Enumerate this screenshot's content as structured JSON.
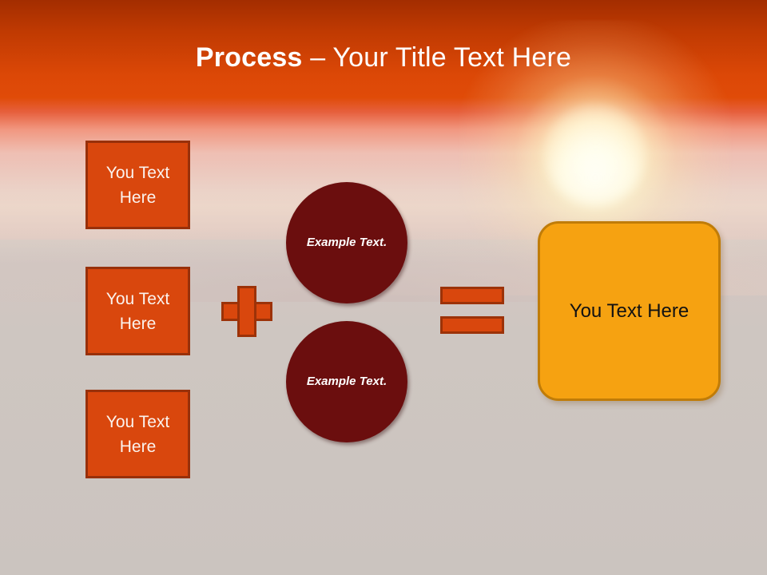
{
  "slide": {
    "title_bold": "Process",
    "title_separator": " – ",
    "title_rest": "Your Title Text Here"
  },
  "colors": {
    "header_orange": "#DC4807",
    "box_orange": "#D9470D",
    "box_border": "#98300A",
    "circle_maroon": "#6B0E0E",
    "result_yellow": "#F6A211",
    "result_border": "#C07C08",
    "ground_grey": "#CEC6C1"
  },
  "sources": [
    {
      "label": "You Text Here"
    },
    {
      "label": "You Text Here"
    },
    {
      "label": "You Text Here"
    }
  ],
  "operators": {
    "plus": "+",
    "equals": "="
  },
  "circles": [
    {
      "label": "Example Text."
    },
    {
      "label": "Example Text."
    }
  ],
  "result": {
    "label": "You Text Here"
  }
}
